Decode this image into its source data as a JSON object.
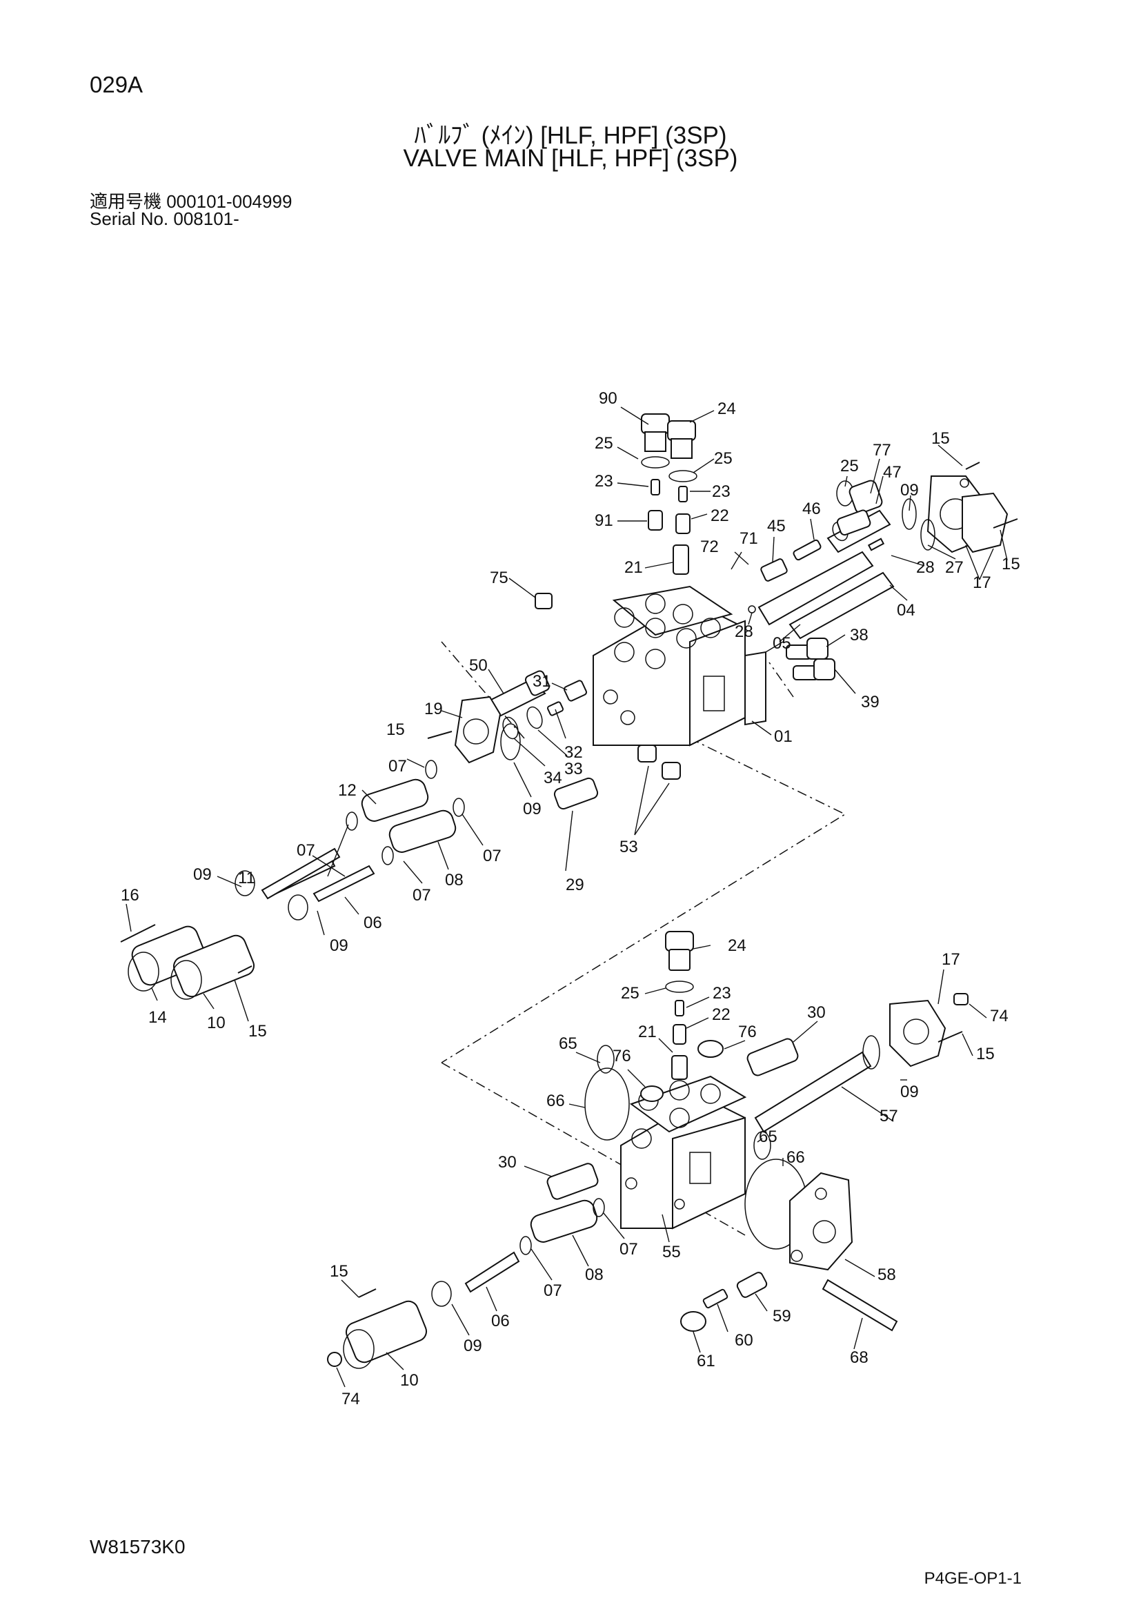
{
  "header": {
    "page_id": "029A",
    "title_jp": "ﾊﾞﾙﾌﾞ (ﾒｲﾝ) [HLF, HPF] (3SP)",
    "title_en": "VALVE MAIN [HLF, HPF] (3SP)",
    "serial_jp": "適用号機  000101-004999",
    "serial_en": "Serial  No.  008101-"
  },
  "footer": {
    "drawing_code": "W81573K0",
    "page_code": "P4GE-OP1-1"
  },
  "callouts": {
    "c90": "90",
    "c24a": "24",
    "c25a": "25",
    "c25b": "25",
    "c23a": "23",
    "c23b": "23",
    "c91": "91",
    "c22a": "22",
    "c21a": "21",
    "c72": "72",
    "c71": "71",
    "c45": "45",
    "c46": "46",
    "c25c": "25",
    "c77": "77",
    "c47": "47",
    "c15a": "15",
    "c09a": "09",
    "c15b": "15",
    "c27": "27",
    "c17a": "17",
    "c28a": "28",
    "c04": "04",
    "c28b": "28",
    "c75": "75",
    "c05": "05",
    "c38": "38",
    "c39": "39",
    "c50": "50",
    "c31": "31",
    "c01": "01",
    "c19": "19",
    "c15c": "15",
    "c32": "32",
    "c33": "33",
    "c34": "34",
    "c07a": "07",
    "c12": "12",
    "c09b": "09",
    "c07b": "07",
    "c07c": "07",
    "c29": "29",
    "c53": "53",
    "c11": "11",
    "c08a": "08",
    "c07d": "07",
    "c09c": "09",
    "c06a": "06",
    "c09d": "09",
    "c16": "16",
    "c14": "14",
    "c10a": "10",
    "c15d": "15",
    "c24b": "24",
    "c25d": "25",
    "c23c": "23",
    "c22b": "22",
    "c17b": "17",
    "c74a": "74",
    "c30a": "30",
    "c21b": "21",
    "c76a": "76",
    "c15e": "15",
    "c65a": "65",
    "c76b": "76",
    "c09e": "09",
    "c66a": "66",
    "c57": "57",
    "c65b": "65",
    "c30b": "30",
    "c66b": "66",
    "c07e": "07",
    "c55": "55",
    "c08b": "08",
    "c58": "58",
    "c15f": "15",
    "c07f": "07",
    "c06b": "06",
    "c59": "59",
    "c09f": "09",
    "c60": "60",
    "c61": "61",
    "c68": "68",
    "c10b": "10",
    "c74b": "74"
  }
}
